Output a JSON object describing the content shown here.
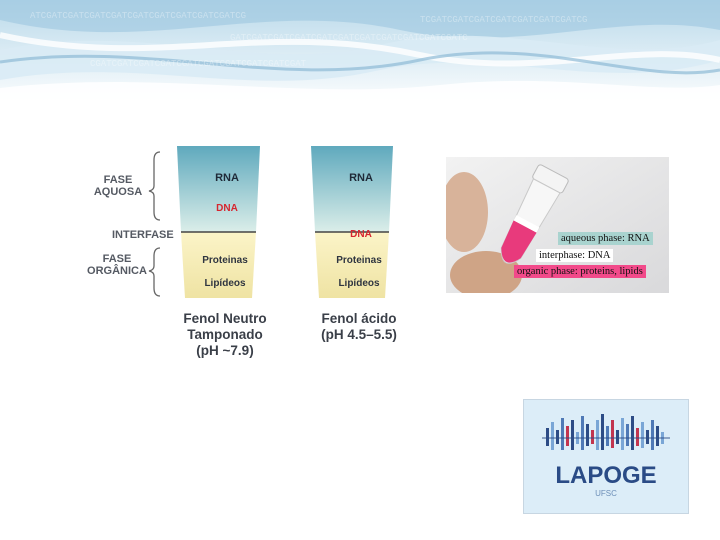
{
  "diagram": {
    "left_phase_labels": {
      "fase_aquosa": "FASE\nAQUOSA",
      "interfase": "INTERFASE",
      "fase_organica": "FASE\nORGÂNICA"
    },
    "tube_neutral": {
      "rna": "RNA",
      "dna": "DNA",
      "proteinas": "Proteinas",
      "lipideos": "Lipídeos",
      "caption": "Fenol Neutro\nTamponado\n(pH ~7.9)"
    },
    "tube_acid": {
      "rna": "RNA",
      "dna": "DNA",
      "proteinas": "Proteinas",
      "lipideos": "Lipídeos",
      "caption": "Fenol ácido\n(pH 4.5–5.5)"
    },
    "colors": {
      "aqueous_top": "#5fa9bd",
      "aqueous_bottom": "#dbeee9",
      "organic_top": "#fbf4c8",
      "organic_bottom": "#efe3a3",
      "dna_text": "#d6262f"
    }
  },
  "photo": {
    "tags": {
      "aqueous": "aqueous phase: RNA",
      "interphase": "interphase: DNA",
      "organic": "organic phase: proteins, lipids"
    },
    "colors": {
      "aqueous_bg": "#a9d3cf",
      "interphase_bg": "#ffffff",
      "organic_bg": "#f24a8a"
    }
  },
  "logo": {
    "name": "LAPOGE",
    "sub": "UFSC"
  }
}
